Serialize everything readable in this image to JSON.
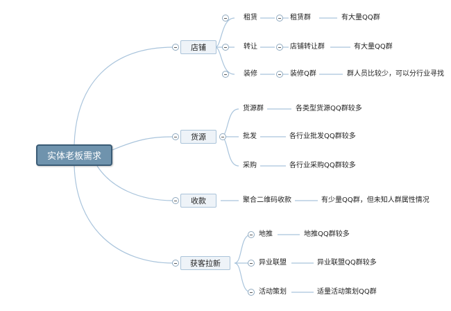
{
  "root": "实体老板需求",
  "categories": [
    {
      "label": "店铺",
      "children": [
        {
          "label": "租赁",
          "child": "租赁群",
          "note": "有大量QQ群"
        },
        {
          "label": "转让",
          "child": "店铺转让群",
          "note": "有大量QQ群"
        },
        {
          "label": "装修",
          "child": "装修Q群",
          "note": "群人员比较少，可以分行业寻找"
        }
      ]
    },
    {
      "label": "货源",
      "children": [
        {
          "label": "货源群",
          "note": "各类型货源QQ群较多"
        },
        {
          "label": "批发",
          "note": "各行业批发QQ群较多"
        },
        {
          "label": "采购",
          "note": "各行业采购QQ群较多"
        }
      ]
    },
    {
      "label": "收款",
      "children": [
        {
          "label": "聚合二维码收款",
          "note": "有少量QQ群，但未知人群属性情况"
        }
      ]
    },
    {
      "label": "获客拉新",
      "children": [
        {
          "label": "地推",
          "note": "地推QQ群较多"
        },
        {
          "label": "异业联盟",
          "note": "异业联盟QQ群较多"
        },
        {
          "label": "活动策划",
          "note": "适量活动策划QQ群"
        }
      ]
    }
  ]
}
